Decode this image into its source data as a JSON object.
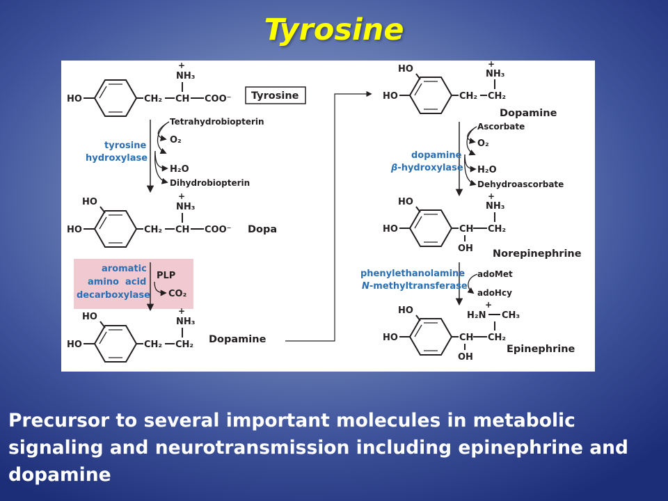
{
  "slide": {
    "title": "Tyrosine",
    "caption_lines": [
      "Precursor to several important molecules in metabolic",
      "signaling and neurotransmission including epinephrine and",
      "dopamine"
    ]
  },
  "colors": {
    "title": "#ffff00",
    "enzyme_text": "#2a6fb3",
    "decarboxylase_box": "#f1c9d0",
    "background_dark": "#1d2e78",
    "background_light": "#97a8cc"
  },
  "pathway": {
    "chem": {
      "ho": "HO",
      "oh": "OH",
      "ch2": "CH₂",
      "ch": "CH",
      "coo": "COO⁻",
      "nh3": "NH₃",
      "plus": "+",
      "h2n": "H₂N",
      "ch3": "CH₃"
    },
    "compounds": {
      "tyrosine": "Tyrosine",
      "dopa": "Dopa",
      "dopamine": "Dopamine",
      "norepinephrine": "Norepinephrine",
      "epinephrine": "Epinephrine"
    },
    "step1": {
      "enzyme_lines": [
        "tyrosine",
        "hydroxylase"
      ],
      "in_top": "Tetrahydrobiopterin",
      "in_o2": "O₂",
      "out_h2o": "H₂O",
      "out_bottom": "Dihydrobiopterin"
    },
    "step2": {
      "enzyme_lines": [
        "aromatic",
        "amino  acid",
        "decarboxylase"
      ],
      "cofactor": "PLP",
      "product": "CO₂"
    },
    "step3": {
      "enzyme_line1": "dopamine",
      "enzyme_beta": "β",
      "enzyme_line2_rest": "-hydroxylase",
      "in_top": "Ascorbate",
      "in_o2": "O₂",
      "out_h2o": "H₂O",
      "out_bottom": "Dehydroascorbate"
    },
    "step4": {
      "enzyme_line1": "phenylethanolamine",
      "enzyme_n": "N",
      "enzyme_line2_rest": "-methyltransferase",
      "in_top": "adoMet",
      "out_bottom": "adoHcy"
    }
  }
}
